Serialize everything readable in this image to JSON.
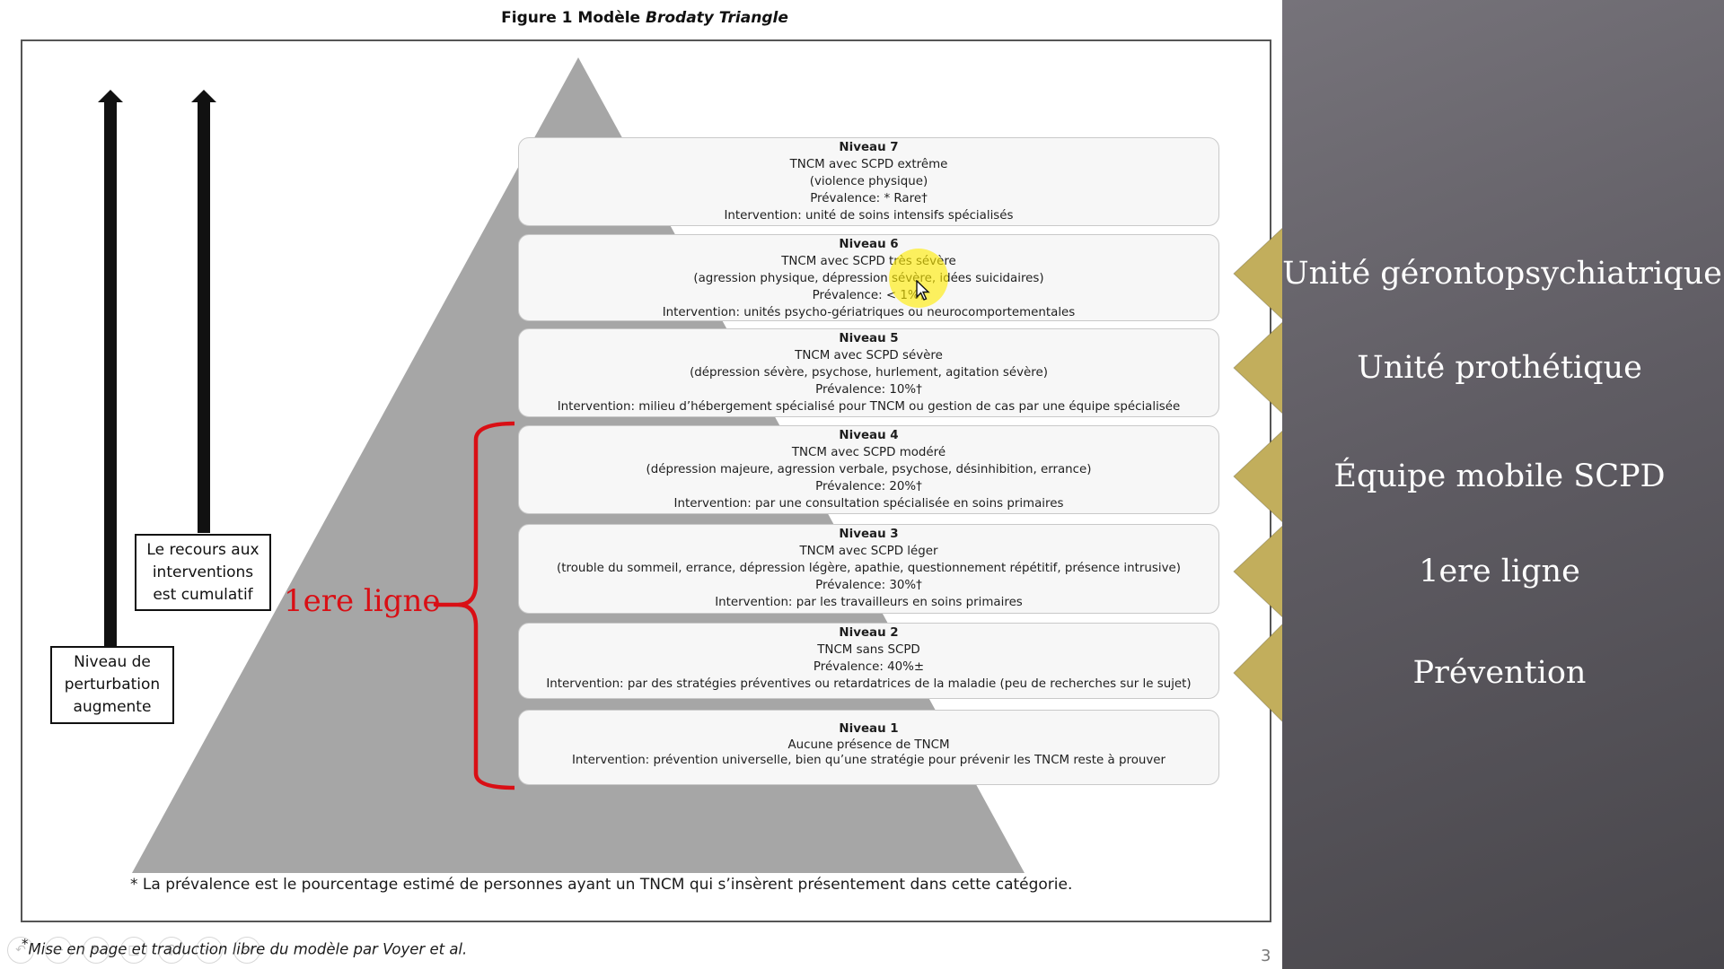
{
  "figure": {
    "title_prefix": "Figure 1 Modèle ",
    "title_italic": "Brodaty Triangle"
  },
  "levels": [
    {
      "level": "Niveau 7",
      "lines": [
        "TNCM avec SCPD extrême",
        "(violence physique)",
        "Prévalence: * Rare†",
        "Intervention: unité de soins intensifs spécialisés"
      ]
    },
    {
      "level": "Niveau 6",
      "lines": [
        "TNCM avec SCPD très sévère",
        "(agression physique, dépression sévère, idées suicidaires)",
        "Prévalence: < 1%†",
        "Intervention: unités psycho-gériatriques ou neurocomportementales"
      ]
    },
    {
      "level": "Niveau 5",
      "lines": [
        "TNCM avec SCPD sévère",
        "(dépression sévère, psychose, hurlement, agitation sévère)",
        "Prévalence: 10%†",
        "Intervention: milieu d’hébergement spécialisé pour TNCM ou gestion de cas par une équipe spécialisée"
      ]
    },
    {
      "level": "Niveau 4",
      "lines": [
        "TNCM avec SCPD modéré",
        "(dépression majeure, agression verbale, psychose, désinhibition, errance)",
        "Prévalence: 20%†",
        "Intervention: par une consultation spécialisée en soins primaires"
      ]
    },
    {
      "level": "Niveau 3",
      "lines": [
        "TNCM avec SCPD léger",
        "(trouble du sommeil, errance, dépression légère, apathie, questionnement répétitif, présence intrusive)",
        "Prévalence: 30%†",
        "Intervention: par les travailleurs en soins primaires"
      ]
    },
    {
      "level": "Niveau 2",
      "lines": [
        "TNCM sans SCPD",
        "Prévalence: 40%±",
        "Intervention: par des stratégies préventives ou retardatrices de la maladie (peu de recherches sur le sujet)"
      ]
    },
    {
      "level": "Niveau 1",
      "lines": [
        "Aucune présence de TNCM",
        "Intervention: prévention universelle, bien qu’une stratégie pour prévenir les TNCM reste à prouver"
      ]
    }
  ],
  "side_boxes": {
    "cumulative": [
      "Le recours aux",
      "interventions",
      "est cumulatif"
    ],
    "disturbance": [
      "Niveau de",
      "perturbation",
      "augmente"
    ]
  },
  "bracket_label": "1ere ligne",
  "footnote": "* La prévalence est le pourcentage estimé de personnes ayant un TNCM qui s’insèrent présentement dans cette catégorie.",
  "credit_mark": "*",
  "credit": "Mise en page et traduction libre du modèle par Voyer et al.",
  "page_number": "3",
  "right_panel": {
    "labels": [
      "Unité gérontopsychiatrique",
      "Unité prothétique",
      "Équipe mobile SCPD",
      "1ere ligne",
      "Prévention"
    ],
    "arrow_color": "#c2ae5c",
    "text_color": "#ffffff"
  },
  "colors": {
    "triangle": "#a6a6a6",
    "bracket": "#d90f15",
    "panel_background": "#5f5c63"
  }
}
